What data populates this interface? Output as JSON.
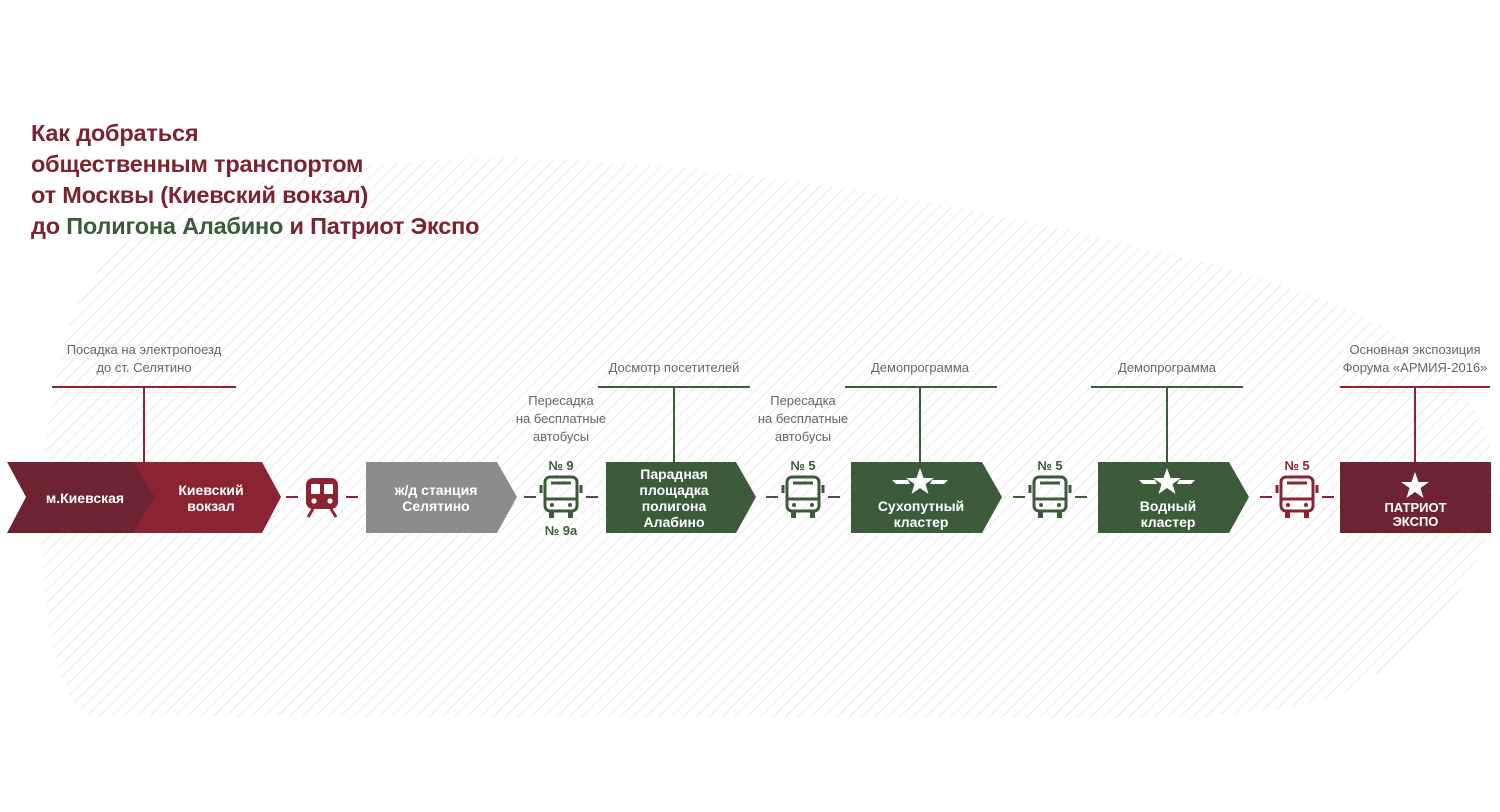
{
  "title": {
    "line1": "Как добраться",
    "line2": "общественным транспортом",
    "line3": "от Москвы (Киевский вокзал)",
    "line4_prefix": "до ",
    "line4_green": "Полигона Алабино",
    "line4_mid": " и ",
    "line4_red": "Патриот Экспо"
  },
  "colors": {
    "burgundy": "#7a2430",
    "red": "#8a2433",
    "green": "#3d5a3a",
    "grey": "#8c8c8c",
    "caption": "#666666"
  },
  "stops": {
    "kievskaya_metro": "м.Киевская",
    "kievsky_station": [
      "Киевский",
      "вокзал"
    ],
    "selyatino_station": [
      "ж/д станция",
      "Селятино"
    ],
    "alabino_parade": [
      "Парадная",
      "площадка",
      "полигона",
      "Алабино"
    ],
    "ground_cluster": [
      "Сухопутный",
      "кластер"
    ],
    "water_cluster": [
      "Водный",
      "кластер"
    ],
    "patriot_expo": [
      "ПАТРИОТ",
      "ЭКСПО"
    ]
  },
  "captions": {
    "train_boarding": [
      "Посадка на электропоезд",
      "до ст. Селятино"
    ],
    "transfer_1": [
      "Пересадка",
      "на бесплатные",
      "автобусы"
    ],
    "inspection": "Досмотр посетителей",
    "transfer_2": [
      "Пересадка",
      "на бесплатные",
      "автобусы"
    ],
    "demo_1": "Демопрограмма",
    "demo_2": "Демопрограмма",
    "exposition": [
      "Основная экспозиция",
      "Форума «АРМИЯ-2016»"
    ]
  },
  "bus_routes": {
    "bus1_top": "№ 9",
    "bus1_bottom": "№ 9а",
    "bus2": "№ 5",
    "bus3": "№ 5",
    "bus4": "№ 5"
  },
  "icons": {
    "train": "train-icon",
    "bus": "bus-icon",
    "army_star": "army-star-emblem"
  }
}
